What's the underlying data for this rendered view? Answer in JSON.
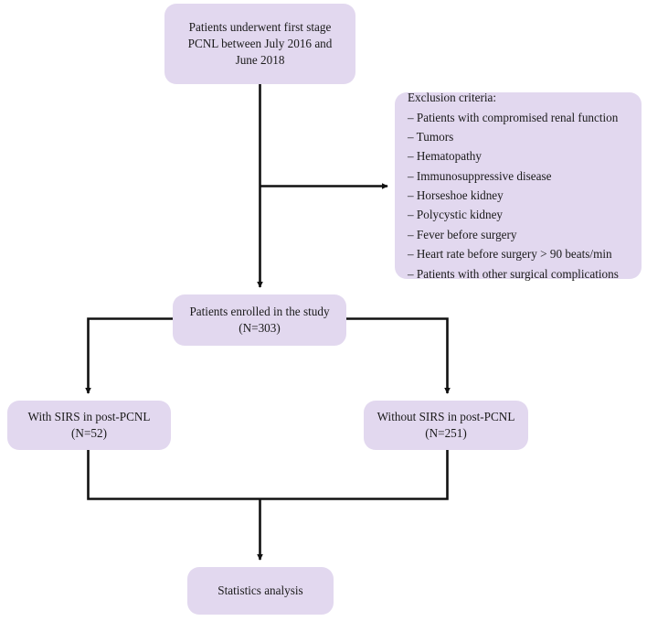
{
  "diagram": {
    "title": "PCNL study patient flow diagram",
    "colors": {
      "node_fill": "#e2d8ef",
      "connector": "#111111",
      "text": "#1a1a1a",
      "background": "#ffffff"
    },
    "nodes": {
      "start": {
        "text": "Patients underwent first stage PCNL between July 2016 and June 2018"
      },
      "exclusion": {
        "heading": "Exclusion criteria:",
        "items": [
          "– Patients with compromised renal function",
          "– Tumors",
          "– Hematopathy",
          "– Immunosuppressive disease",
          "– Horseshoe kidney",
          "– Polycystic kidney",
          "– Fever before surgery",
          "– Heart rate before surgery > 90 beats/min",
          "– Patients with other surgical complications"
        ],
        "text": "Exclusion criteria:\n– Patients with compromised renal function\n– Tumors\n– Hematopathy\n– Immunosuppressive disease\n– Horseshoe kidney\n– Polycystic kidney\n– Fever before surgery\n– Heart rate before surgery > 90 beats/min\n– Patients with other surgical complications"
      },
      "enrolled": {
        "label": "Patients enrolled in the study",
        "count": "(N=303)",
        "text": "Patients enrolled in the study\n(N=303)"
      },
      "with_sirs": {
        "label": "With SIRS in post-PCNL",
        "count": "(N=52)",
        "text": "With SIRS in post-PCNL\n(N=52)"
      },
      "without_sirs": {
        "label": "Without SIRS in post-PCNL",
        "count": "(N=251)",
        "text": "Without SIRS in post-PCNL\n(N=251)"
      },
      "stats": {
        "text": "Statistics analysis"
      }
    }
  }
}
